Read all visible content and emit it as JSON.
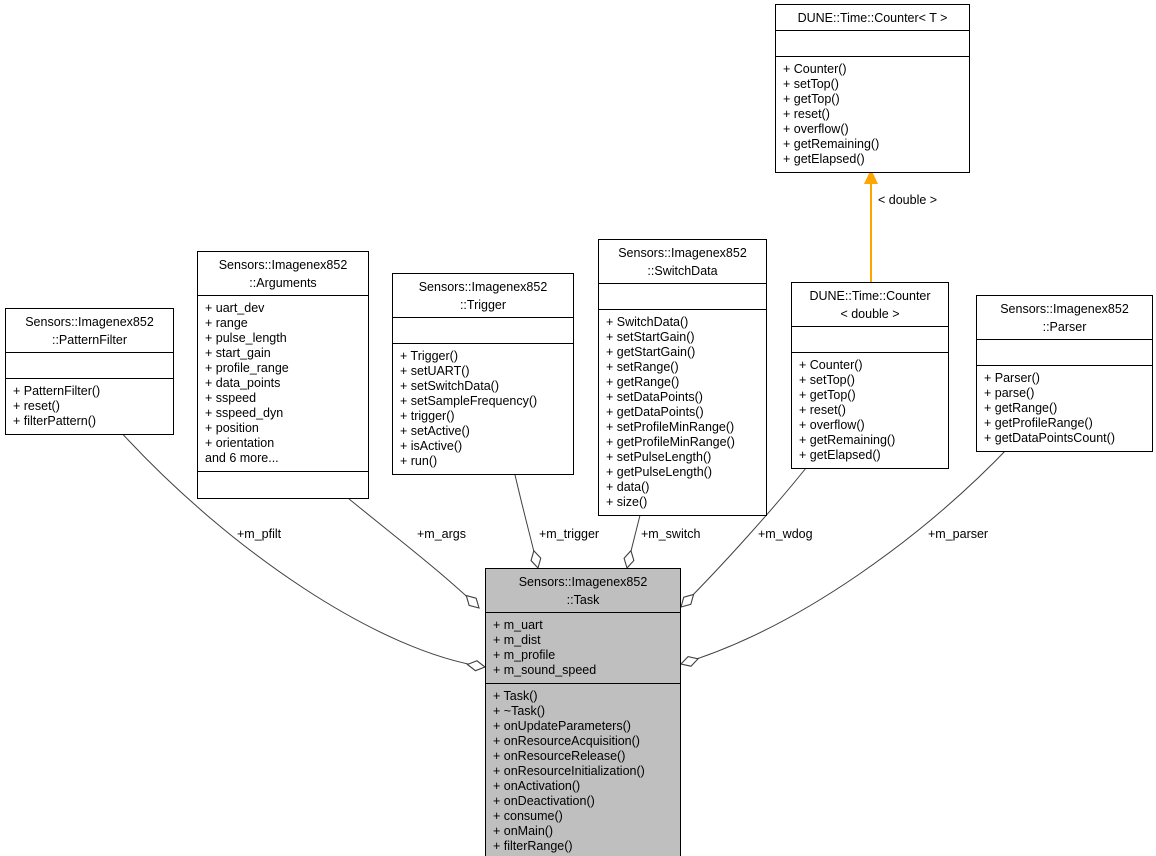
{
  "diagram": {
    "background": "#ffffff",
    "box_fill": "#ffffff",
    "highlight_fill": "#bfbfbf",
    "border_color": "#000000",
    "edge_color": "#404040",
    "template_arrow_color": "#ffa500"
  },
  "classes": {
    "counter_t": {
      "title": "DUNE::Time::Counter< T >",
      "attributes": [],
      "methods": [
        "+ Counter()",
        "+ setTop()",
        "+ getTop()",
        "+ reset()",
        "+ overflow()",
        "+ getRemaining()",
        "+ getElapsed()"
      ]
    },
    "pattern_filter": {
      "title": "Sensors::Imagenex852\n::PatternFilter",
      "attributes": [],
      "methods": [
        "+ PatternFilter()",
        "+ reset()",
        "+ filterPattern()"
      ]
    },
    "arguments": {
      "title": "Sensors::Imagenex852\n::Arguments",
      "attributes": [
        "+ uart_dev",
        "+ range",
        "+ pulse_length",
        "+ start_gain",
        "+ profile_range",
        "+ data_points",
        "+ sspeed",
        "+ sspeed_dyn",
        "+ position",
        "+ orientation",
        "and 6 more..."
      ],
      "methods": []
    },
    "trigger": {
      "title": "Sensors::Imagenex852\n::Trigger",
      "attributes": [],
      "methods": [
        "+ Trigger()",
        "+ setUART()",
        "+ setSwitchData()",
        "+ setSampleFrequency()",
        "+ trigger()",
        "+ setActive()",
        "+ isActive()",
        "+ run()"
      ]
    },
    "switch_data": {
      "title": "Sensors::Imagenex852\n::SwitchData",
      "attributes": [],
      "methods": [
        "+ SwitchData()",
        "+ setStartGain()",
        "+ getStartGain()",
        "+ setRange()",
        "+ getRange()",
        "+ setDataPoints()",
        "+ getDataPoints()",
        "+ setProfileMinRange()",
        "+ getProfileMinRange()",
        "+ setPulseLength()",
        "+ getPulseLength()",
        "+ data()",
        "+ size()"
      ]
    },
    "counter_double": {
      "title": "DUNE::Time::Counter\n< double >",
      "attributes": [],
      "methods": [
        "+ Counter()",
        "+ setTop()",
        "+ getTop()",
        "+ reset()",
        "+ overflow()",
        "+ getRemaining()",
        "+ getElapsed()"
      ]
    },
    "parser": {
      "title": "Sensors::Imagenex852\n::Parser",
      "attributes": [],
      "methods": [
        "+ Parser()",
        "+ parse()",
        "+ getRange()",
        "+ getProfileRange()",
        "+ getDataPointsCount()"
      ]
    },
    "task": {
      "title": "Sensors::Imagenex852\n::Task",
      "attributes": [
        "+ m_uart",
        "+ m_dist",
        "+ m_profile",
        "+ m_sound_speed"
      ],
      "methods": [
        "+ Task()",
        "+ ~Task()",
        "+ onUpdateParameters()",
        "+ onResourceAcquisition()",
        "+ onResourceRelease()",
        "+ onResourceInitialization()",
        "+ onActivation()",
        "+ onDeactivation()",
        "+ consume()",
        "+ onMain()",
        "+ filterRange()"
      ]
    }
  },
  "edges": {
    "m_pfilt": "+m_pfilt",
    "m_args": "+m_args",
    "m_trigger": "+m_trigger",
    "m_switch": "+m_switch",
    "m_wdog": "+m_wdog",
    "m_parser": "+m_parser",
    "template_instantiation": "< double >"
  }
}
